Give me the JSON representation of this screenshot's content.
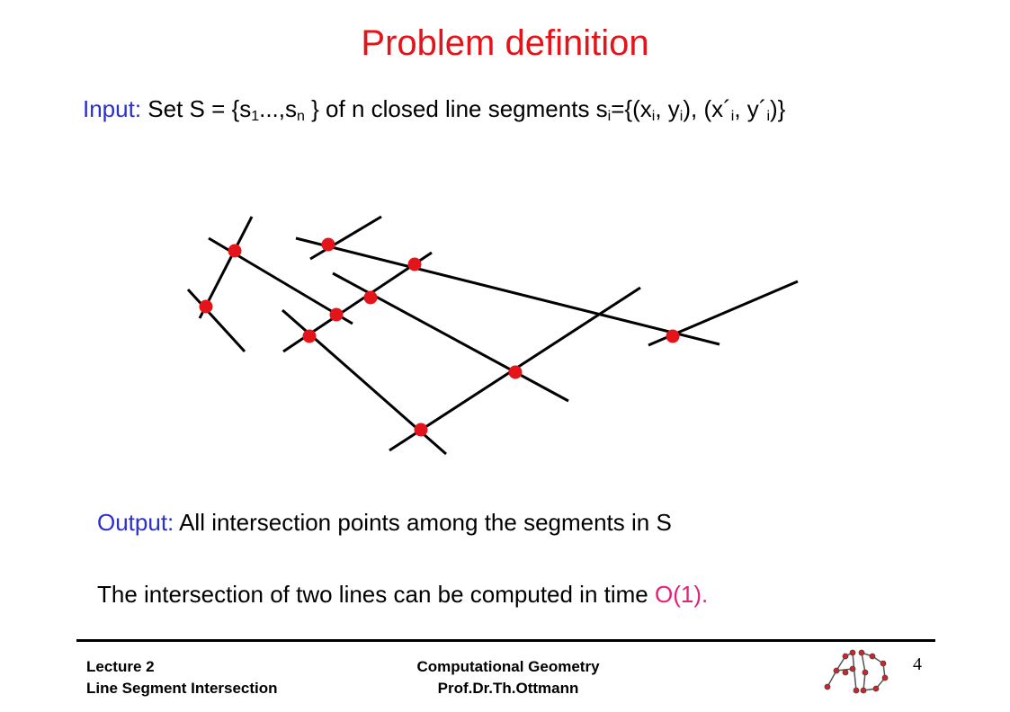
{
  "slide": {
    "title": "Problem definition",
    "input": {
      "label": "Input:",
      "text_1": " Set S = {s",
      "sub_1": "1",
      "text_2": "...,s",
      "sub_n": "n",
      "text_3": " } of n closed line segments s",
      "sub_i": "i",
      "text_4": "={(x",
      "sub_i2": "i",
      "text_5": ", y",
      "sub_i3": "i",
      "text_6": "), (x´",
      "sub_i4": "i",
      "text_7": ", y´",
      "sub_i5": "i",
      "text_8": ")}"
    },
    "output": {
      "label": "Output:",
      "text": " All intersection points among the segments in S"
    },
    "complexity": {
      "text": "The intersection of two lines can be computed in time ",
      "highlight": "O(1)."
    }
  },
  "footer": {
    "lecture": "Lecture 2",
    "topic": "Line Segment Intersection",
    "course": "Computational Geometry",
    "author": "Prof.Dr.Th.Ottmann",
    "page": "4"
  },
  "colors": {
    "title": "#e4141b",
    "label_blue": "#2a2fd0",
    "intersection_point": "#e4141b",
    "complexity_highlight": "#e3207a"
  },
  "icons": {
    "logo": "ad-graph-logo-icon"
  }
}
